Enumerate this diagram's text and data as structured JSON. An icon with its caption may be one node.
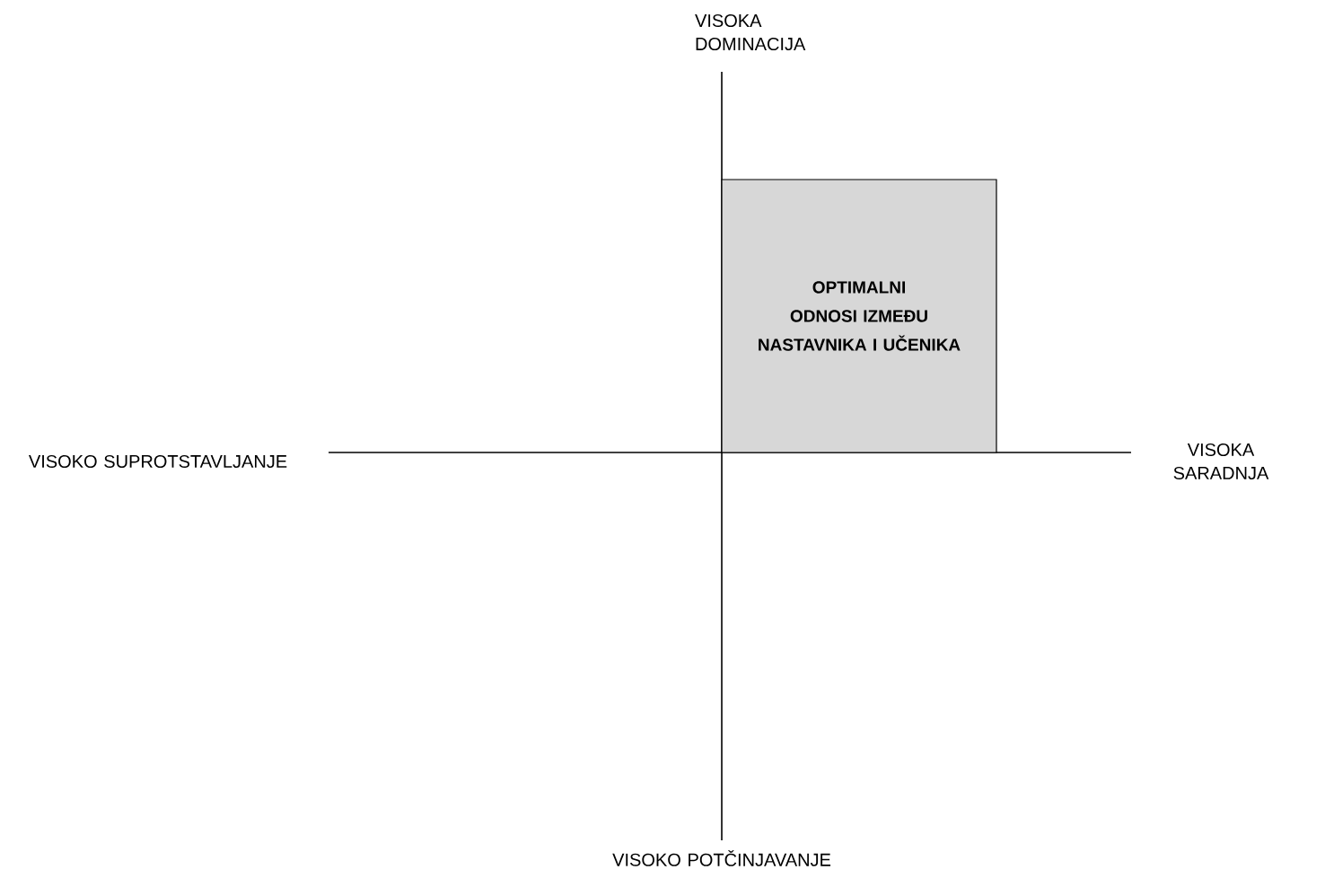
{
  "diagram": {
    "nodes": [
      {
        "text": [
          "OPTIMALNI ODNOSI IZMEĐU NASTAVNIKA I UČENIKA"
        ]
      }
    ],
    "labels": [
      "VISOKA DOMINACIJA",
      "VISOKO SUPROTSTAVLJANJE",
      "VISOKA SARADNJA",
      "VISOKO POTČINJAVANJE"
    ]
  }
}
